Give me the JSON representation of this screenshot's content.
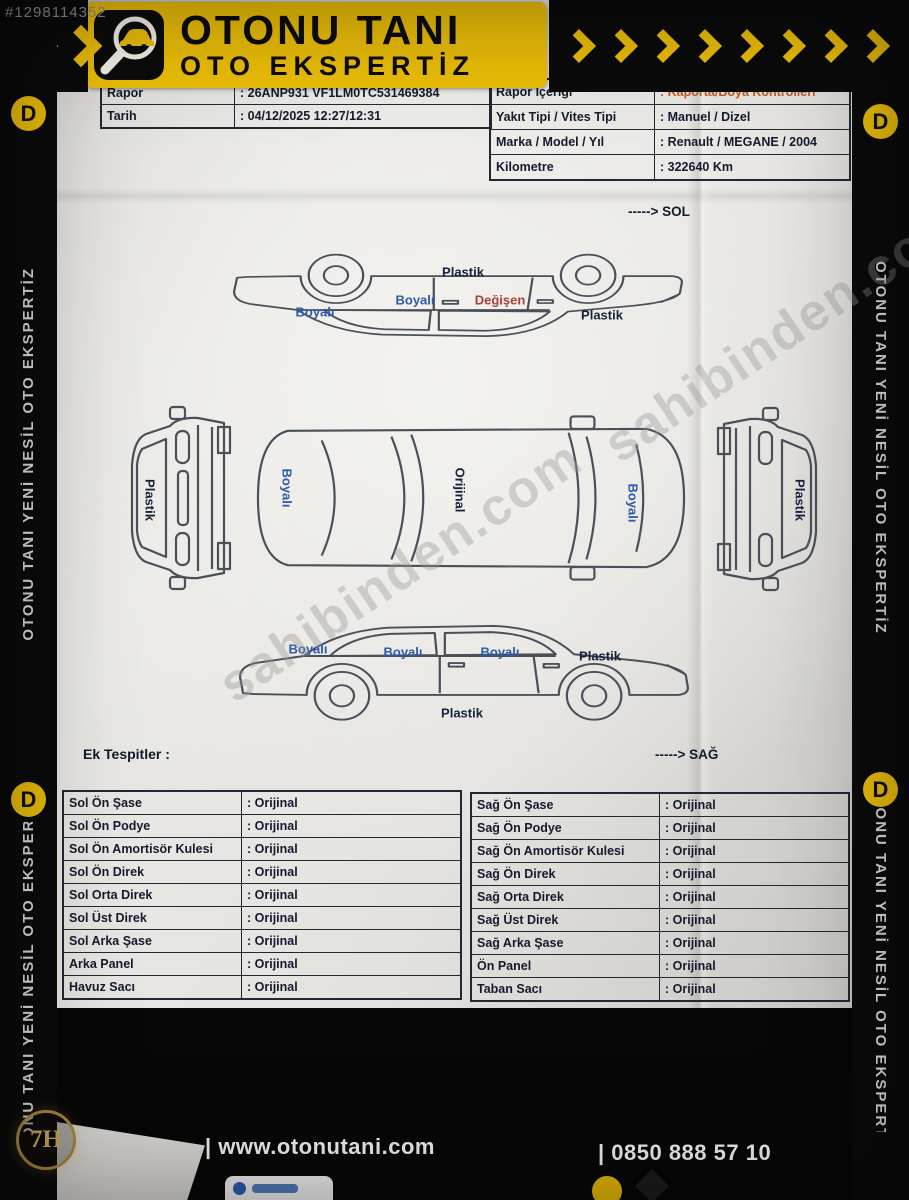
{
  "watermarks": {
    "listing_id": "#1298114352",
    "site": "sahibinden.com",
    "corner_logo": "7H"
  },
  "brand": {
    "title_line1": "OTONU TANI",
    "title_line2": "OTO EKSPERTİZ",
    "side_text": "OTONU TANI YENİ NESİL OTO EKSPERTİZ",
    "badge_letter": "D",
    "accent_yellow": "#eec007"
  },
  "info": {
    "left": [
      {
        "label": "Rapor",
        "value": ": 26ANP931 VF1LM0TC531469384"
      },
      {
        "label": "Tarih",
        "value": ": 04/12/2025  12:27/12:31"
      }
    ],
    "right": [
      {
        "label": "Rapor İçeriği",
        "value": ": Kaporta/Boya Kontrolleri"
      },
      {
        "label": "Yakıt Tipi / Vites Tipi",
        "value": ":  Manuel  / Dizel"
      },
      {
        "label": "Marka / Model / Yıl",
        "value": ":  Renault / MEGANE / 2004"
      },
      {
        "label": "Kilometre",
        "value": ": 322640 Km"
      }
    ]
  },
  "diagram": {
    "direction_left": "-----> SOL",
    "direction_right": "-----> SAĞ",
    "left_side_view": [
      "Plastik",
      "Boyalı",
      "Boyalı",
      "Değişen",
      "Plastik"
    ],
    "front_view": "Plastik",
    "top_view": [
      "Boyalı",
      "Orijinal",
      "Boyalı"
    ],
    "rear_view": "Plastik",
    "right_side_view": [
      "Boyalı",
      "Boyalı",
      "Boyalı",
      "Plastik",
      "Plastik"
    ],
    "status_colors": {
      "boyali": "#2e5aa8",
      "degisen": "#a8413c",
      "plastik": "#16223c",
      "orijinal": "#16223c"
    }
  },
  "sections": {
    "ek_tespitler": "Ek Tespitler :"
  },
  "findings": {
    "left": [
      {
        "label": "Sol Ön Şase",
        "value": ": Orijinal"
      },
      {
        "label": "Sol Ön Podye",
        "value": ": Orijinal"
      },
      {
        "label": "Sol Ön Amortisör Kulesi",
        "value": ": Orijinal"
      },
      {
        "label": "Sol Ön Direk",
        "value": ": Orijinal"
      },
      {
        "label": "Sol Orta Direk",
        "value": ": Orijinal"
      },
      {
        "label": "Sol Üst Direk",
        "value": ": Orijinal"
      },
      {
        "label": "Sol Arka Şase",
        "value": ": Orijinal"
      },
      {
        "label": "Arka Panel",
        "value": ": Orijinal"
      },
      {
        "label": "Havuz Sacı",
        "value": ": Orijinal"
      }
    ],
    "right": [
      {
        "label": "Sağ Ön Şase",
        "value": ": Orijinal"
      },
      {
        "label": "Sağ Ön Podye",
        "value": ": Orijinal"
      },
      {
        "label": "Sağ Ön Amortisör Kulesi",
        "value": ": Orijinal"
      },
      {
        "label": "Sağ Ön Direk",
        "value": ": Orijinal"
      },
      {
        "label": "Sağ Orta Direk",
        "value": ": Orijinal"
      },
      {
        "label": "Sağ Üst Direk",
        "value": ": Orijinal"
      },
      {
        "label": "Sağ Arka Şase",
        "value": ": Orijinal"
      },
      {
        "label": "Ön Panel",
        "value": ": Orijinal"
      },
      {
        "label": "Taban Sacı",
        "value": ": Orijinal"
      }
    ]
  },
  "footer": {
    "website": "| www.otonutani.com",
    "phone": "| 0850 888 57 10"
  }
}
